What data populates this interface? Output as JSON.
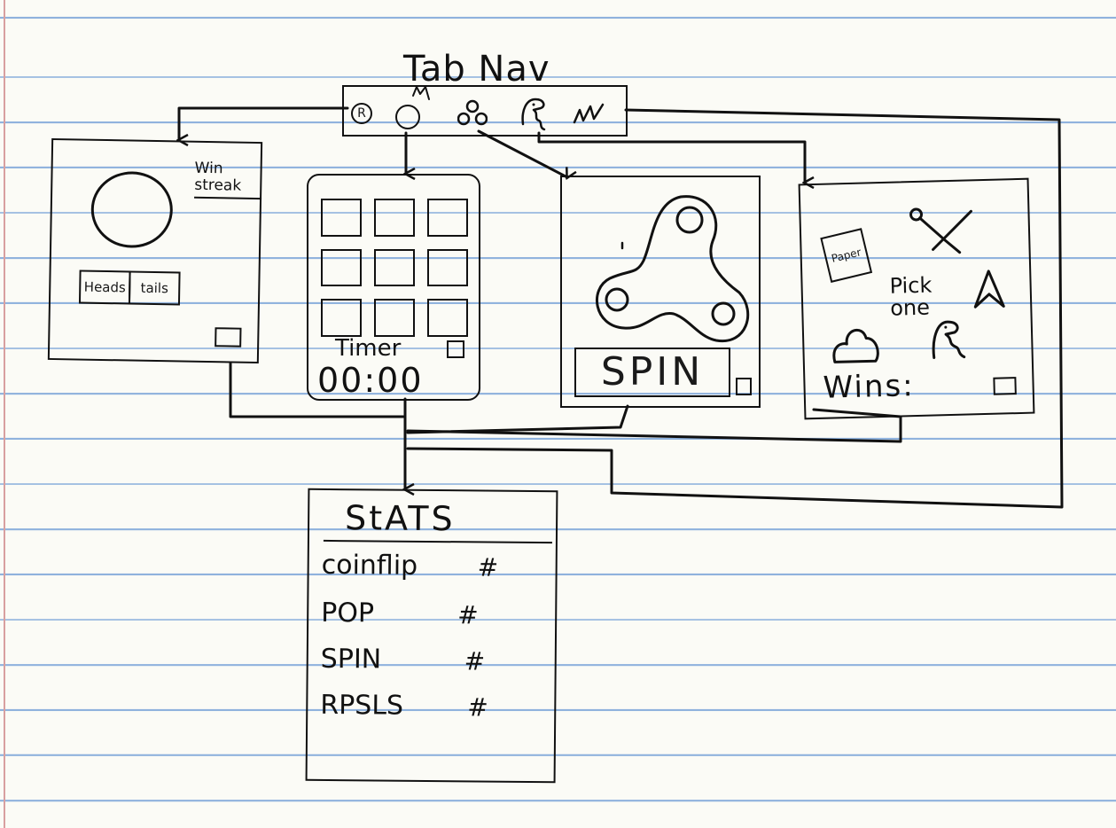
{
  "nav": {
    "title": "Tab Nav",
    "icons": [
      "rock-icon",
      "coin-icon",
      "spinner-icon",
      "lizard-icon",
      "pop-icon"
    ]
  },
  "coinflip": {
    "win_streak": "Win streak",
    "heads": "Heads",
    "tails": "tails"
  },
  "pop": {
    "timer_label": "Timer",
    "timer_value": "00:00"
  },
  "spin": {
    "button": "SPIN"
  },
  "rpsls": {
    "paper": "Paper",
    "pick_one": "Pick one",
    "wins": "Wins:"
  },
  "stats": {
    "title": "StATS",
    "rows": [
      {
        "label": "coinflip",
        "value": "#"
      },
      {
        "label": "POP",
        "value": "#"
      },
      {
        "label": "SPIN",
        "value": "#"
      },
      {
        "label": "RPSLS",
        "value": "#"
      }
    ]
  }
}
